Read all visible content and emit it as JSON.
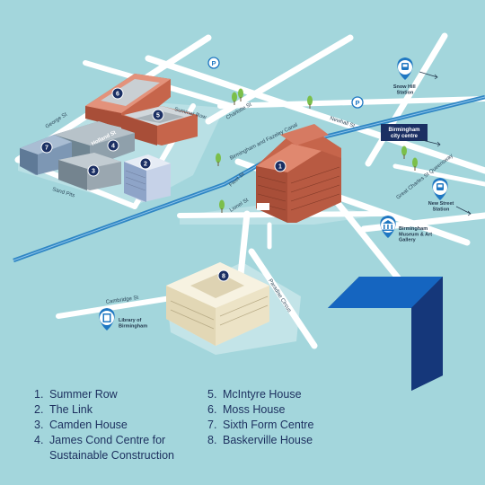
{
  "colors": {
    "background": "#a3d6dc",
    "road": "#ffffff",
    "canal": "#2f86c4",
    "brand_navy": "#1b2f63",
    "brand_blue": "#1565c0",
    "pin": "#1f77c2",
    "brick": "#c6654b"
  },
  "streets": {
    "george_st": "George St",
    "holland_st": "Holland St",
    "summer_row": "Summer Row",
    "charlotte_st": "Charlotte St",
    "newhall_st": "Newhall St",
    "birmingham_fazeley_canal": "Birmingham and Fazeley Canal",
    "sand_pits": "Sand Pits",
    "fleet_st": "Fleet St",
    "lionel_st": "Lionel St",
    "great_charles_st": "Great Charles St Queensway",
    "cambridge_st": "Cambridge St",
    "paradise_circus": "Paradise Circus"
  },
  "landmarks": {
    "snow_hill": "Snow Hill Station",
    "city_centre": "Birmingham city centre",
    "new_street": "New Street Station",
    "museum": "Birmingham Museum & Art Gallery",
    "library": "Library of Birmingham"
  },
  "icons": {
    "parking": "parking-icon",
    "train": "train-icon",
    "museum": "museum-icon",
    "library": "library-icon"
  },
  "parking_label": "P",
  "markers": [
    "1",
    "2",
    "3",
    "4",
    "5",
    "6",
    "7",
    "8"
  ],
  "legend": {
    "col1": [
      {
        "num": "1.",
        "name": "Summer Row"
      },
      {
        "num": "2.",
        "name": "The Link"
      },
      {
        "num": "3.",
        "name": "Camden House"
      },
      {
        "num": "4.",
        "name": "James Cond Centre for Sustainable Construction"
      }
    ],
    "col2": [
      {
        "num": "5.",
        "name": "McIntyre House"
      },
      {
        "num": "6.",
        "name": "Moss House"
      },
      {
        "num": "7.",
        "name": "Sixth Form Centre"
      },
      {
        "num": "8.",
        "name": "Baskerville House"
      }
    ]
  }
}
